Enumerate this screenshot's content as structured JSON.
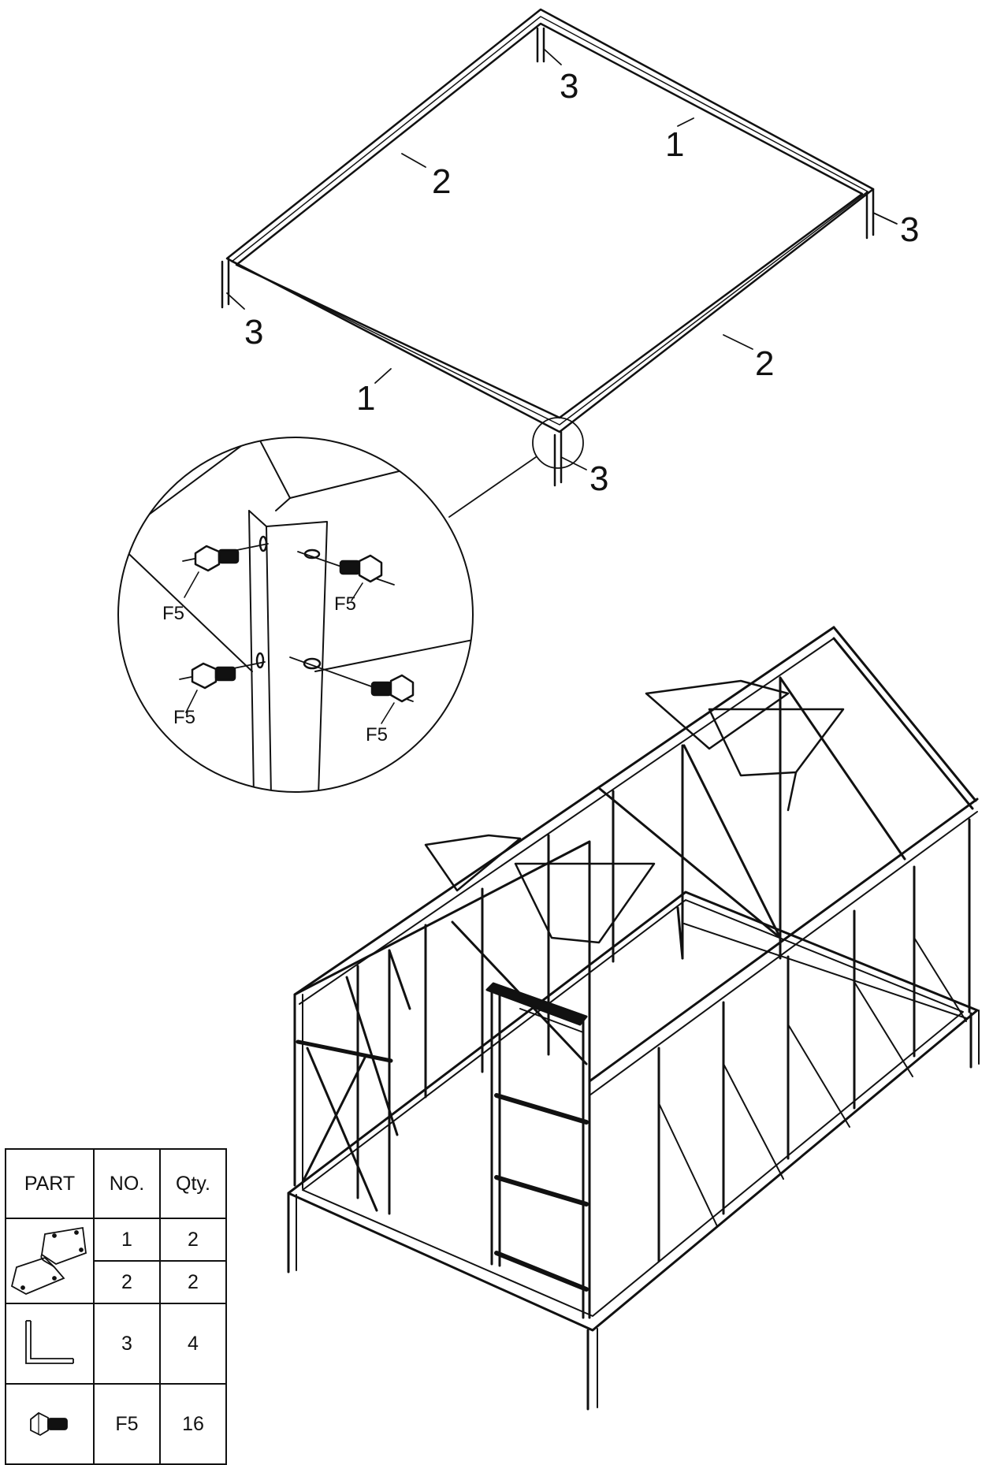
{
  "callouts": {
    "c3_back": "3",
    "c1_back": "1",
    "c2_left": "2",
    "c3_right": "3",
    "c3_left": "3",
    "c2_right": "2",
    "c1_front": "1",
    "c3_front": "3"
  },
  "detail": {
    "bolt_labels": [
      "F5",
      "F5",
      "F5",
      "F5"
    ]
  },
  "parts_table": {
    "headers": {
      "part": "PART",
      "no": "NO.",
      "qty": "Qty."
    },
    "rows": [
      {
        "icon": "base-beam-icon",
        "no": "1",
        "qty": "2"
      },
      {
        "icon": "base-beam-icon",
        "no": "2",
        "qty": "2"
      },
      {
        "icon": "angle-bracket-icon",
        "no": "3",
        "qty": "4"
      },
      {
        "icon": "bolt-icon",
        "no": "F5",
        "qty": "16"
      }
    ]
  }
}
